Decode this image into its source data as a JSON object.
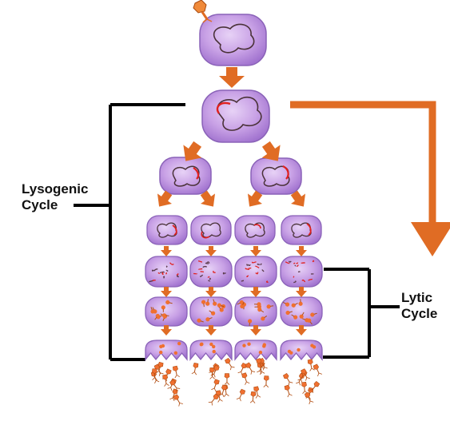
{
  "labels": {
    "lysogenic_line1": "Lysogenic",
    "lysogenic_line2": "Cycle",
    "lytic_line1": "Lytic",
    "lytic_line2": "Cycle"
  },
  "colors": {
    "cell_fill": "#c9a2e6",
    "cell_fill_dark": "#a173cf",
    "cell_stroke": "#7c55ad",
    "arrow_orange": "#e06c24",
    "arrow_dark": "#b24e12",
    "dna_dark": "#5a3a4a",
    "prophage_red": "#e0201e",
    "bracket_black": "#000000",
    "virus_orange": "#f07030"
  },
  "icons": {
    "phage": "bacteriophage-icon",
    "cell": "bacterial-cell-icon",
    "arrow": "down-arrow-icon"
  }
}
